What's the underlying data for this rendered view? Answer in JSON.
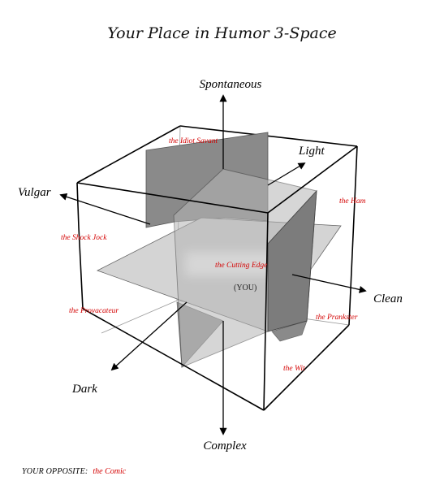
{
  "title": "Your Place in Humor 3-Space",
  "axes": {
    "top": "Spontaneous",
    "bottom": "Complex",
    "left": "Vulgar",
    "right": "Clean",
    "back": "Light",
    "front": "Dark"
  },
  "regions": {
    "idiot_savant": "the Idiot Savant",
    "ham": "the Ham",
    "shock_jock": "the Shock Jock",
    "cutting_edge": "the Cutting Edge",
    "provacateur": "the Provacateur",
    "prankster": "the Prankster",
    "wit": "the Wit"
  },
  "you_marker": "(YOU)",
  "opposite": {
    "label": "YOUR OPPOSITE:",
    "value": "the Comic"
  }
}
